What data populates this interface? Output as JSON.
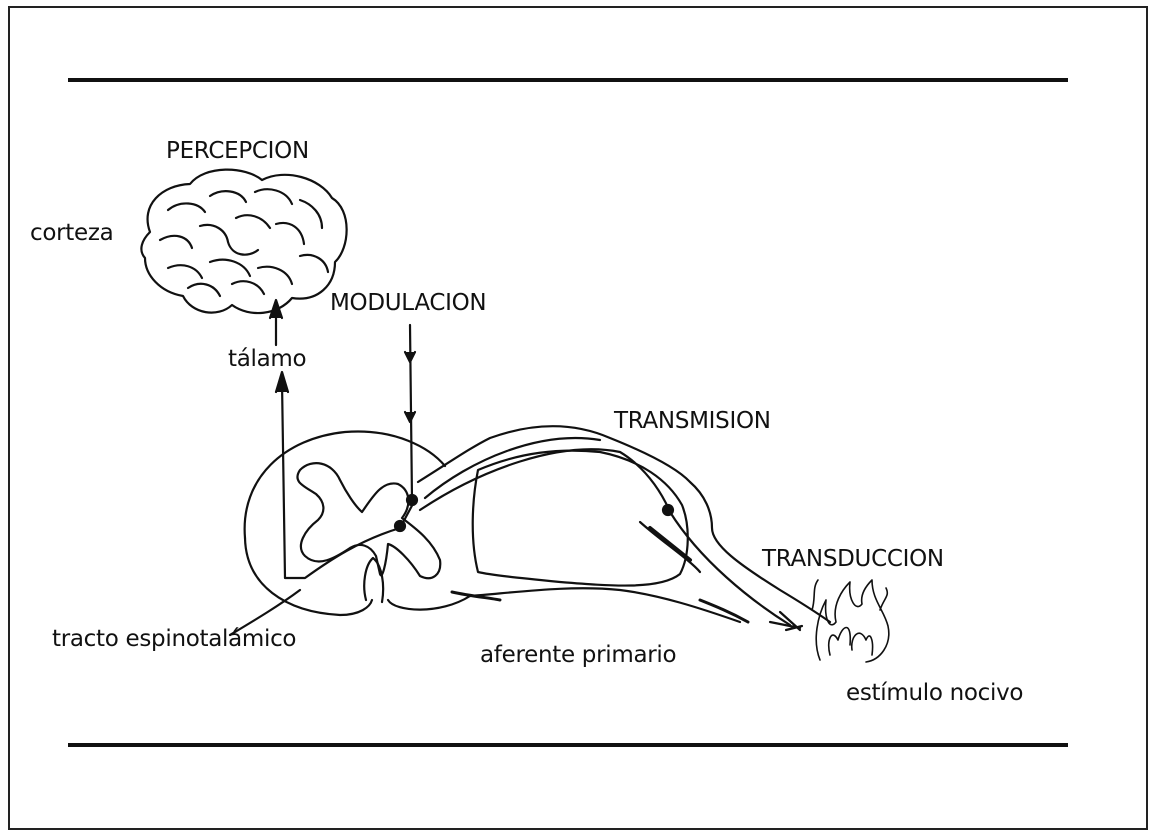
{
  "labels": {
    "percepcion": "PERCEPCION",
    "corteza": "corteza",
    "modulacion": "MODULACION",
    "talamo": "tálamo",
    "transmision": "TRANSMISION",
    "transduccion": "TRANSDUCCION",
    "tracto": "tracto espinotalámico",
    "aferente": "aferente primario",
    "estimulo": "estímulo nocivo"
  }
}
